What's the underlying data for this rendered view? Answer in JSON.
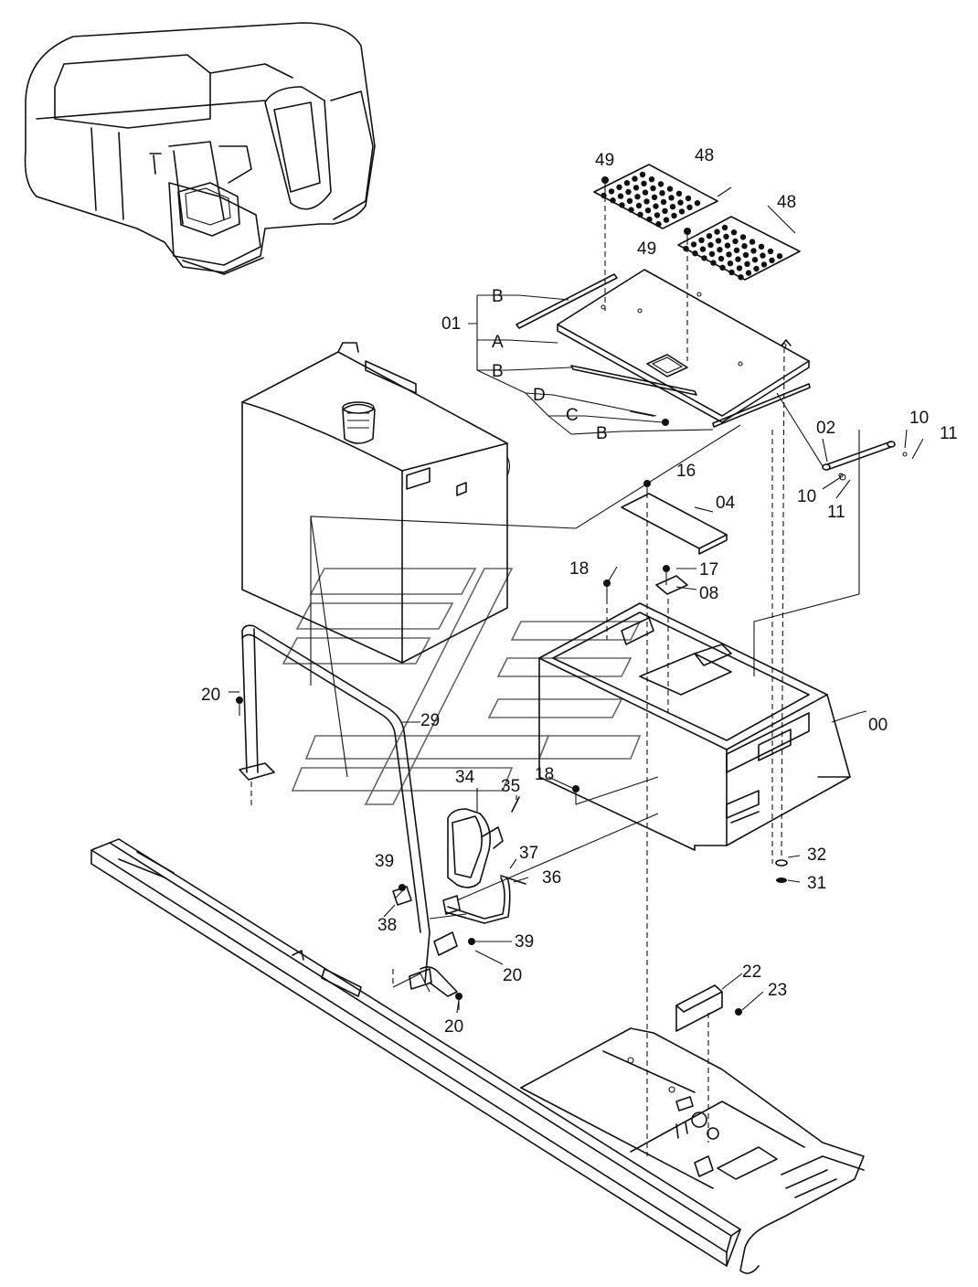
{
  "colors": {
    "ink": "#111111",
    "paper": "#ffffff",
    "watermark": "#666666"
  },
  "callouts": {
    "c49a": "49",
    "c48a": "48",
    "c48b": "48",
    "c49b": "49",
    "c01": "01",
    "cBa": "B",
    "cA": "A",
    "cBb": "B",
    "cD": "D",
    "cC": "C",
    "cBc": "B",
    "c02": "02",
    "c10a": "10",
    "c11a": "11",
    "c10b": "10",
    "c11b": "11",
    "c16": "16",
    "c04": "04",
    "c18a": "18",
    "c17": "17",
    "c08": "08",
    "c00": "00",
    "c20a": "20",
    "c29": "29",
    "c34": "34",
    "c35": "35",
    "c18b": "18",
    "c39a": "39",
    "c37": "37",
    "c36": "36",
    "c38": "38",
    "c39b": "39",
    "c20b": "20",
    "c20c": "20",
    "c32": "32",
    "c31": "31",
    "c22": "22",
    "c23": "23"
  }
}
